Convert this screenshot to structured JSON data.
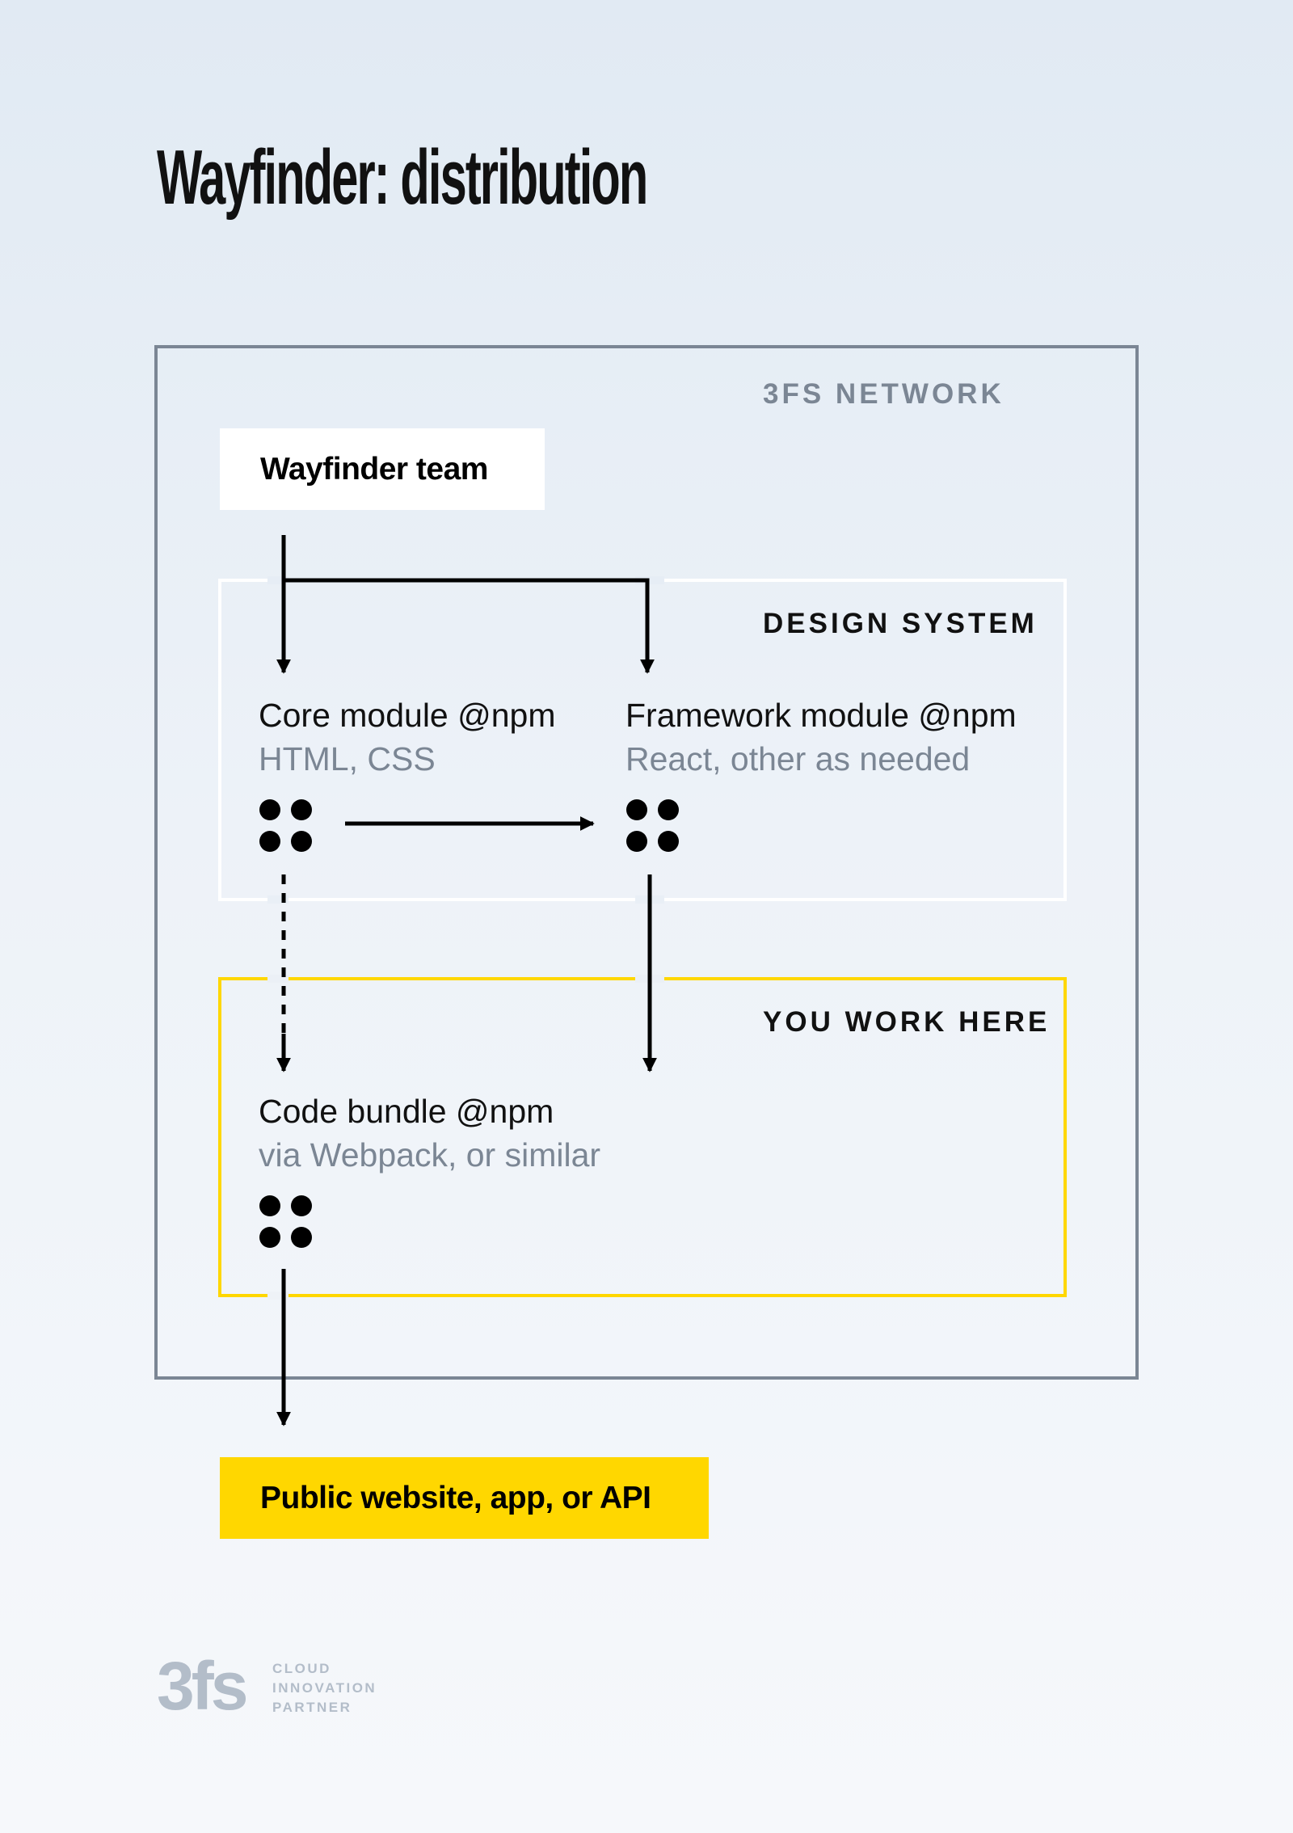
{
  "title": "Wayfinder: distribution",
  "regions": {
    "network": "3FS NETWORK",
    "design_system": "DESIGN SYSTEM",
    "you_work_here": "YOU WORK HERE"
  },
  "nodes": {
    "team": "Wayfinder team",
    "core_module": {
      "name": "Core module @npm",
      "sub": "HTML, CSS"
    },
    "framework_module": {
      "name": "Framework module @npm",
      "sub": "React, other as needed"
    },
    "code_bundle": {
      "name": "Code bundle @npm",
      "sub": "via Webpack, or similar"
    },
    "public": "Public website, app, or API"
  },
  "footer": {
    "logo": "3fs",
    "tagline": [
      "CLOUD",
      "INNOVATION",
      "PARTNER"
    ]
  },
  "colors": {
    "network_border": "#7b8694",
    "design_system_border": "#ffffff",
    "you_work_here_border": "#ffd700",
    "public_fill": "#ffd700",
    "ink": "#000000",
    "muted": "#7b8694"
  }
}
